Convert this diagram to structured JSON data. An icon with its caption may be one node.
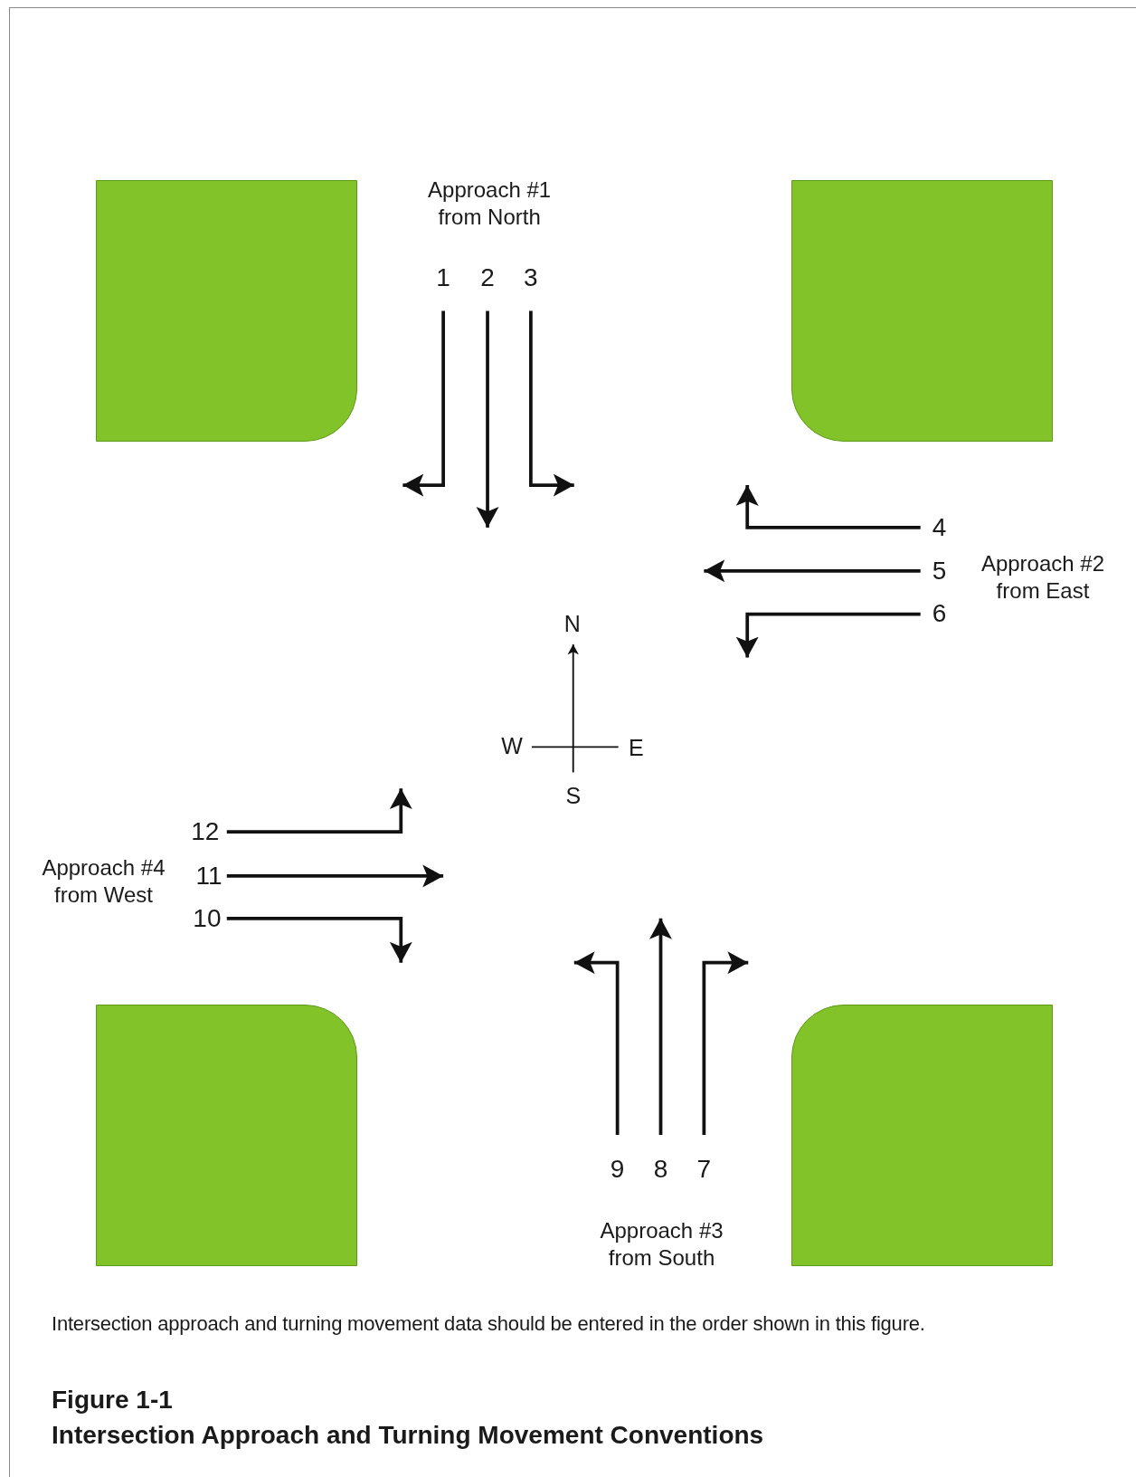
{
  "diagram": {
    "title": "Intersection Approach and Turning Movement Conventions",
    "caption": "Intersection approach and turning movement data should be entered in the order shown in this figure.",
    "nodes": [
      {
        "text": [
          "1"
        ]
      },
      {
        "text": [
          "2"
        ]
      },
      {
        "text": [
          "3"
        ]
      },
      {
        "text": [
          "4"
        ]
      },
      {
        "text": [
          "5"
        ]
      },
      {
        "text": [
          "6"
        ]
      },
      {
        "text": [
          "7"
        ]
      },
      {
        "text": [
          "8"
        ]
      },
      {
        "text": [
          "9"
        ]
      },
      {
        "text": [
          "10"
        ]
      },
      {
        "text": [
          "11"
        ]
      },
      {
        "text": [
          "12"
        ]
      },
      {
        "text": [],
        "shape": "box"
      },
      {
        "text": [],
        "shape": "box"
      },
      {
        "text": [],
        "shape": "box"
      },
      {
        "text": [],
        "shape": "box"
      }
    ],
    "edges": [
      {
        "from": 0,
        "to": null,
        "arrow": "to"
      },
      {
        "from": 1,
        "to": null,
        "arrow": "to"
      },
      {
        "from": 2,
        "to": null,
        "arrow": "to"
      },
      {
        "from": 3,
        "to": null,
        "arrow": "to"
      },
      {
        "from": 4,
        "to": null,
        "arrow": "to"
      },
      {
        "from": 5,
        "to": null,
        "arrow": "to"
      },
      {
        "from": 6,
        "to": null,
        "arrow": "to"
      },
      {
        "from": 7,
        "to": null,
        "arrow": "to"
      },
      {
        "from": 8,
        "to": null,
        "arrow": "to"
      },
      {
        "from": 9,
        "to": null,
        "arrow": "to"
      },
      {
        "from": 10,
        "to": null,
        "arrow": "to"
      },
      {
        "from": 11,
        "to": null,
        "arrow": "to"
      }
    ],
    "labels": [
      "Approach #1 from North",
      "Approach #2 from East",
      "N",
      "W",
      "E",
      "S",
      "Approach #4 from West",
      "Approach #3 from South",
      "Figure 1-1"
    ]
  }
}
